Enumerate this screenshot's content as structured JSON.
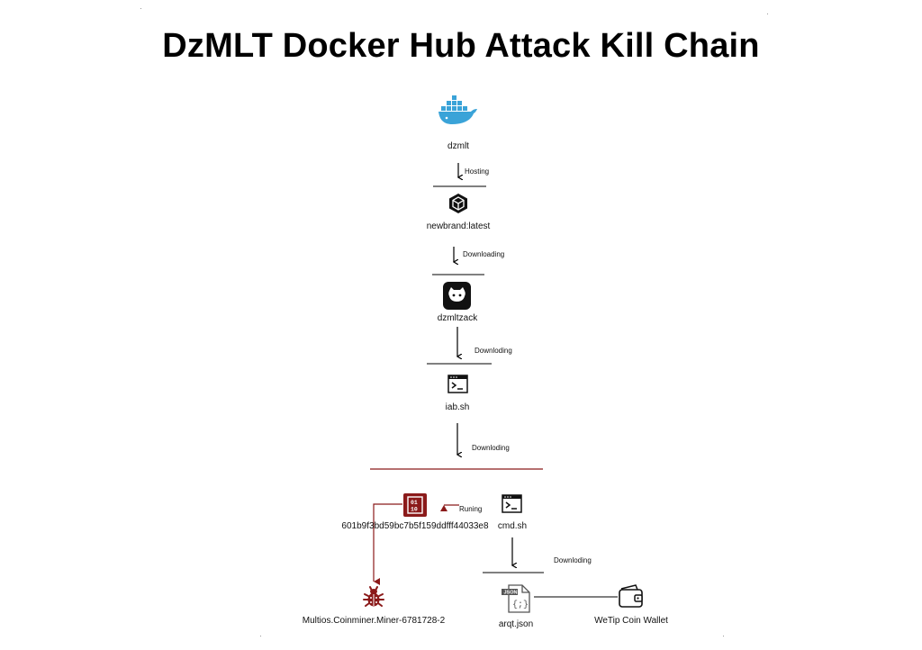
{
  "title": "DzMLT Docker Hub Attack Kill Chain",
  "nodes": {
    "dzmlt": "dzmlt",
    "newbrand": "newbrand:latest",
    "dzmltzack": "dzmltzack",
    "iab": "iab.sh",
    "hash": "601b9f3bd59bc7b5f159ddfff44033e8",
    "cmd": "cmd.sh",
    "miner": "Multios.Coinminer.Miner-6781728-2",
    "arqt": "arqt.json",
    "wallet": "WeTip Coin Wallet"
  },
  "edges": {
    "hosting": "Hosting",
    "downloading1": "Downloading",
    "downloding1": "Downloding",
    "downloding2": "Downloding",
    "runing": "Runing",
    "downloding3": "Downloding"
  },
  "icons": {
    "docker": "docker-whale-icon",
    "package": "package-icon",
    "github": "github-icon",
    "terminal": "terminal-icon",
    "binary": "binary-file-icon",
    "bug": "bug-icon",
    "json": "json-file-icon",
    "wallet": "wallet-icon"
  },
  "colors": {
    "malicious": "#8b1a1a",
    "docker": "#3aa3d8",
    "line": "#000000"
  }
}
